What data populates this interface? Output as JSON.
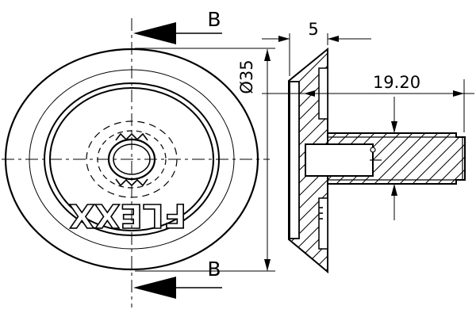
{
  "drawing": {
    "type": "engineering-section-drawing",
    "background_color": "#ffffff",
    "line_color": "#000000",
    "views": {
      "front_view": "wheel front view with concentric rims, splined hub bore and logo",
      "side_view": "section B-B through wheel flange and shaft with hatching"
    },
    "section_labels": {
      "top": "B",
      "bottom": "B"
    },
    "dimensions": {
      "flange_thickness": "5",
      "outer_diameter": "Ø35",
      "shaft_length": "19.20"
    },
    "logo": "FLEXX"
  }
}
